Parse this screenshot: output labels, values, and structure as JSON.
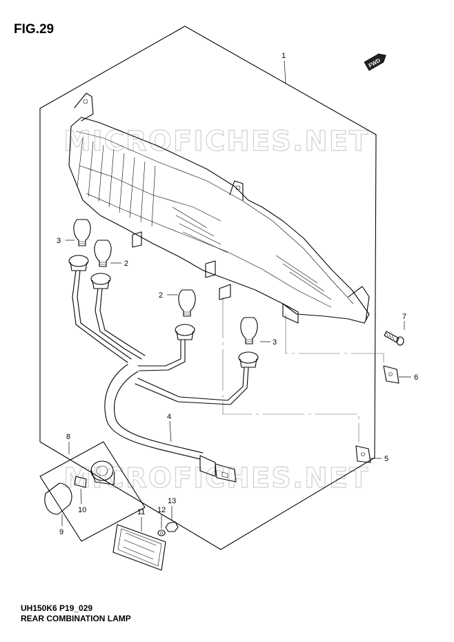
{
  "figure": {
    "title": "FIG.29",
    "code": "UH150K6 P19_029",
    "name": "REAR COMBINATION LAMP"
  },
  "direction_badge": "FWD",
  "watermark": "MICROFICHES.NET",
  "callouts": {
    "c1": "1",
    "c2a": "2",
    "c2b": "2",
    "c3a": "3",
    "c3b": "3",
    "c4": "4",
    "c5": "5",
    "c6": "6",
    "c7": "7",
    "c8": "8",
    "c9": "9",
    "c10": "10",
    "c11": "11",
    "c12": "12",
    "c13": "13"
  }
}
